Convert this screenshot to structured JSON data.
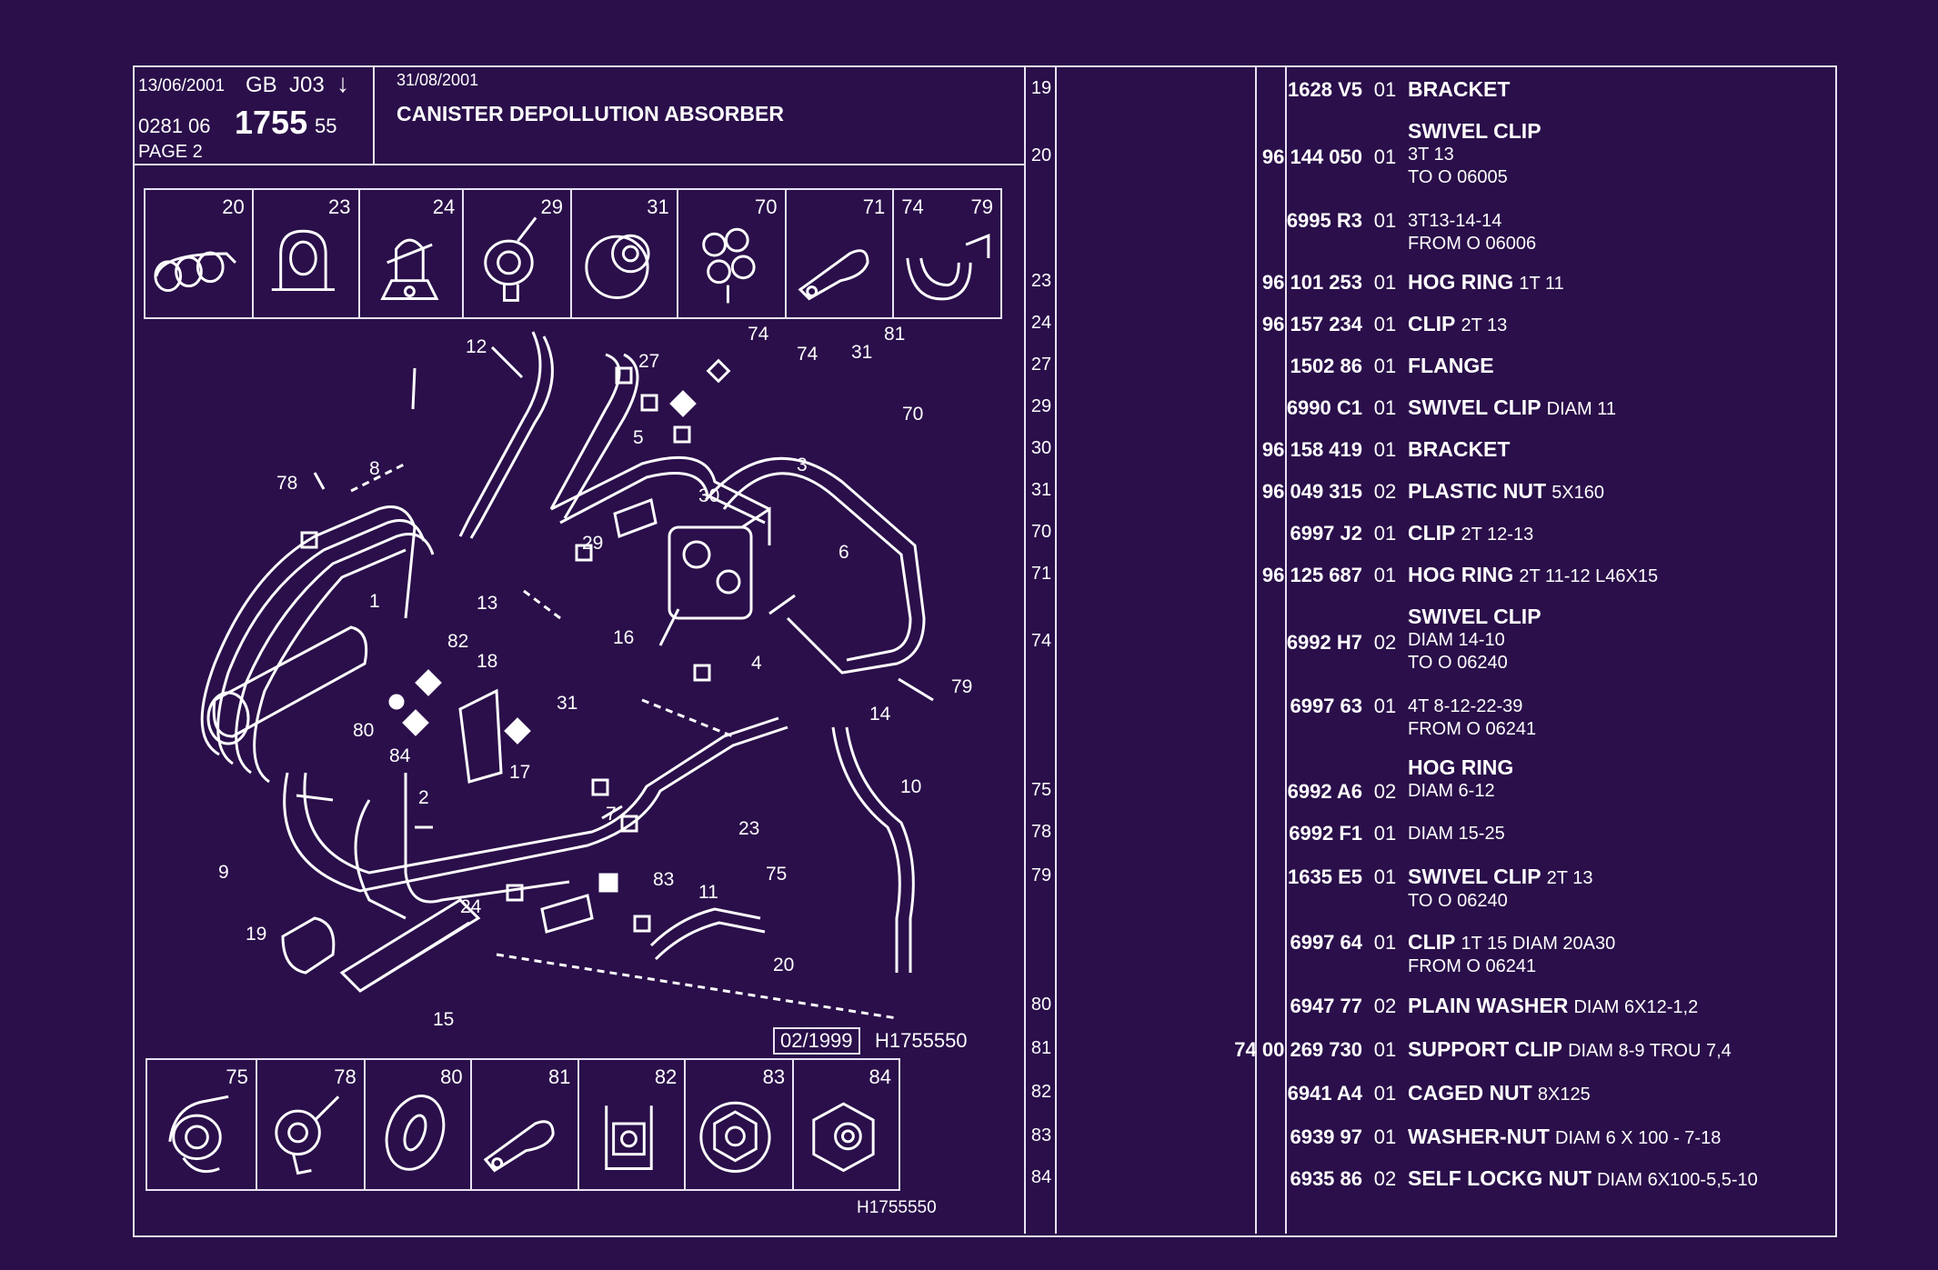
{
  "header": {
    "date1": "13/06/2001",
    "lang": "GB",
    "code": "J03",
    "arrow": "↓",
    "ref_prefix": "0281 06",
    "ref_main": "1755",
    "ref_suffix": "55",
    "page": "PAGE 2",
    "date2": "31/08/2001",
    "title": "CANISTER DEPOLLUTION ABSORBER"
  },
  "top_thumbs": [
    {
      "label": "20"
    },
    {
      "label": "23"
    },
    {
      "label": "24"
    },
    {
      "label": "29"
    },
    {
      "label": "31"
    },
    {
      "label": "70"
    },
    {
      "label": "71"
    },
    {
      "label_left": "74",
      "label": "79"
    }
  ],
  "bottom_thumbs": [
    {
      "label": "75"
    },
    {
      "label": "78"
    },
    {
      "label": "80"
    },
    {
      "label": "81"
    },
    {
      "label": "82"
    },
    {
      "label": "83"
    },
    {
      "label": "84"
    }
  ],
  "diagram": {
    "stamp_date": "02/1999",
    "stamp_ref": "H1755550",
    "bottom_ref": "H1755550",
    "callouts": [
      "12",
      "27",
      "74",
      "74",
      "81",
      "31",
      "70",
      "5",
      "3",
      "78",
      "8",
      "30",
      "29",
      "6",
      "1",
      "13",
      "82",
      "18",
      "16",
      "4",
      "79",
      "80",
      "31",
      "84",
      "17",
      "14",
      "2",
      "7",
      "23",
      "10",
      "9",
      "83",
      "24",
      "11",
      "75",
      "19",
      "20",
      "15"
    ]
  },
  "parts": [
    {
      "ref": "19",
      "number": "1628 V5",
      "qty": "01",
      "name": "BRACKET",
      "detail": ""
    },
    {
      "ref": "20",
      "number": "96 144 050",
      "qty": "01",
      "name": "SWIVEL CLIP",
      "detail": "3T 13",
      "detail2": "TO O 06005"
    },
    {
      "ref": "",
      "number": "6995 R3",
      "qty": "01",
      "name": "",
      "detail": "3T13-14-14",
      "detail2": "FROM O 06006"
    },
    {
      "ref": "23",
      "number": "96 101 253",
      "qty": "01",
      "name": "HOG RING",
      "detail": "1T 11"
    },
    {
      "ref": "24",
      "number": "96 157 234",
      "qty": "01",
      "name": "CLIP",
      "detail": "2T 13"
    },
    {
      "ref": "27",
      "number": "1502 86",
      "qty": "01",
      "name": "FLANGE",
      "detail": ""
    },
    {
      "ref": "29",
      "number": "6990 C1",
      "qty": "01",
      "name": "SWIVEL CLIP",
      "detail": "DIAM 11"
    },
    {
      "ref": "30",
      "number": "96 158 419",
      "qty": "01",
      "name": "BRACKET",
      "detail": ""
    },
    {
      "ref": "31",
      "number": "96 049 315",
      "qty": "02",
      "name": "PLASTIC NUT",
      "detail": "5X160"
    },
    {
      "ref": "70",
      "number": "6997 J2",
      "qty": "01",
      "name": "CLIP",
      "detail": "2T 12-13"
    },
    {
      "ref": "71",
      "number": "96 125 687",
      "qty": "01",
      "name": "HOG RING",
      "detail": "2T 11-12 L46X15"
    },
    {
      "ref": "74",
      "number": "6992 H7",
      "qty": "02",
      "name": "SWIVEL CLIP",
      "detail": "DIAM 14-10",
      "detail2": "TO O 06240"
    },
    {
      "ref": "",
      "number": "6997 63",
      "qty": "01",
      "name": "",
      "detail": "4T 8-12-22-39",
      "detail2": "FROM O 06241"
    },
    {
      "ref": "75",
      "number": "6992 A6",
      "qty": "02",
      "name": "HOG RING",
      "detail": "DIAM 6-12"
    },
    {
      "ref": "78",
      "number": "6992 F1",
      "qty": "01",
      "name": "",
      "detail": "DIAM 15-25"
    },
    {
      "ref": "79",
      "number": "1635 E5",
      "qty": "01",
      "name": "SWIVEL CLIP",
      "detail": "2T 13",
      "detail2": "TO O 06240"
    },
    {
      "ref": "",
      "number": "6997 64",
      "qty": "01",
      "name": "CLIP",
      "detail": "1T 15 DIAM 20A30",
      "detail2": "FROM O 06241"
    },
    {
      "ref": "80",
      "number": "6947 77",
      "qty": "02",
      "name": "PLAIN WASHER",
      "detail": "DIAM 6X12-1,2"
    },
    {
      "ref": "81",
      "number": "74 00 269 730",
      "qty": "01",
      "name": "SUPPORT CLIP",
      "detail": "DIAM 8-9 TROU 7,4"
    },
    {
      "ref": "82",
      "number": "6941 A4",
      "qty": "01",
      "name": "CAGED NUT",
      "detail": "8X125"
    },
    {
      "ref": "83",
      "number": "6939 97",
      "qty": "01",
      "name": "WASHER-NUT",
      "detail": "DIAM 6 X 100 - 7-18"
    },
    {
      "ref": "84",
      "number": "6935 86",
      "qty": "02",
      "name": "SELF LOCKG NUT",
      "detail": "DIAM 6X100-5,5-10"
    }
  ],
  "colors": {
    "background": "#2a0f4a",
    "ink": "#ffffff"
  }
}
